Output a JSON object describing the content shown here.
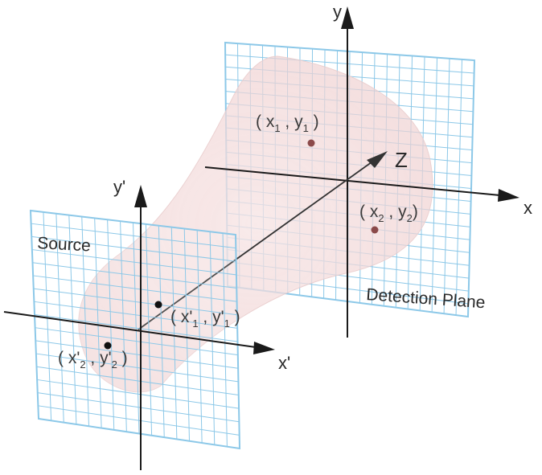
{
  "labels": {
    "source": "Source",
    "detection_plane": "Detection Plane",
    "axis_x": "x",
    "axis_y": "y",
    "axis_z": "Z",
    "axis_xp": "x'",
    "axis_yp": "y'"
  },
  "points": {
    "p1": {
      "open": "( x",
      "sub1": "1",
      "mid": " , y",
      "sub2": "1",
      "close": " )"
    },
    "p2": {
      "open": "( x",
      "sub1": "2",
      "mid": " , y",
      "sub2": "2",
      "close": ")"
    },
    "p1p": {
      "open": "( x'",
      "sub1": "1",
      "mid": " , y'",
      "sub2": "1",
      "close": " )"
    },
    "p2p": {
      "open": "( x'",
      "sub1": "2",
      "mid": " , y'",
      "sub2": "2",
      "close": " )"
    }
  },
  "colors": {
    "grid": "#8cc8e8",
    "axis": "#1a1a1a",
    "beam": "#f3d8d8",
    "detector_point": "#8b4a4a",
    "source_point": "#111111"
  }
}
